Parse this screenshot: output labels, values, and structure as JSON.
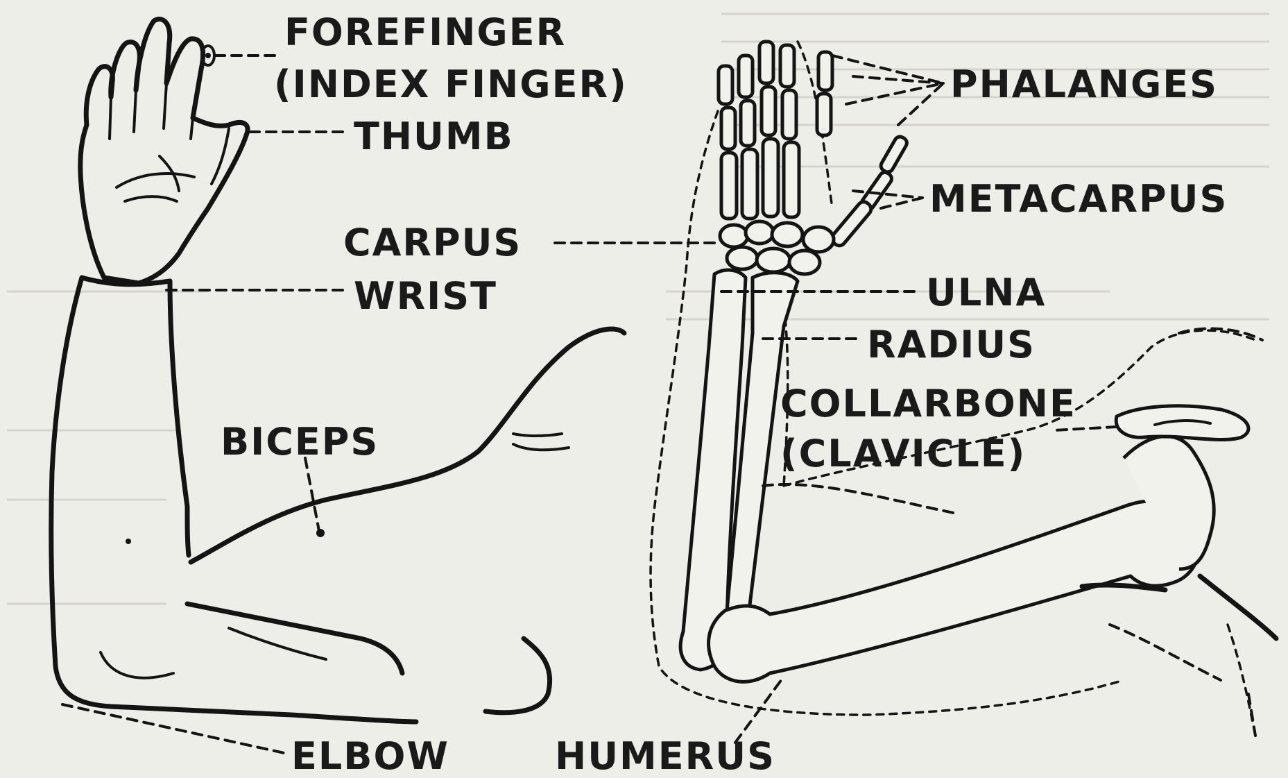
{
  "labels": {
    "forefinger": "FOREFINGER",
    "index_finger": "(INDEX FINGER)",
    "thumb": "THUMB",
    "carpus": "CARPUS",
    "wrist": "WRIST",
    "biceps": "BICEPS",
    "elbow": "ELBOW",
    "phalanges": "PHALANGES",
    "metacarpus": "METACARPUS",
    "ulna": "ULNA",
    "radius": "RADIUS",
    "collarbone": "COLLARBONE",
    "clavicle": "(CLAVICLE)",
    "humerus": "HUMERUS"
  },
  "colors": {
    "paper": "#eeeee8",
    "ink": "#141414"
  }
}
